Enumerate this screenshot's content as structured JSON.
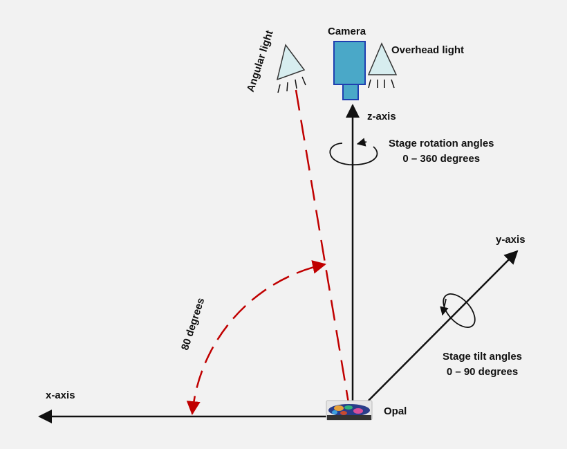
{
  "labels": {
    "camera": "Camera",
    "overhead_light": "Overhead light",
    "angular_light": "Angular light",
    "z_axis": "z-axis",
    "y_axis": "y-axis",
    "x_axis": "x-axis",
    "opal": "Opal",
    "rotation_line1": "Stage rotation angles",
    "rotation_line2": "0 – 360 degrees",
    "tilt_line1": "Stage tilt angles",
    "tilt_line2": "0 – 90 degrees",
    "angle": "80 degrees"
  },
  "colors": {
    "background": "#f2f2f2",
    "axis": "#111111",
    "dashed": "#c00000",
    "camera_body": "#4aa8c8",
    "camera_border": "#1f3fb0",
    "light_fill": "#d7edef",
    "light_stroke": "#333333"
  },
  "icons": {
    "camera": "camera-icon",
    "overhead_light": "spotlight-icon",
    "angular_light": "spotlight-icon",
    "opal": "gemstone-icon"
  }
}
